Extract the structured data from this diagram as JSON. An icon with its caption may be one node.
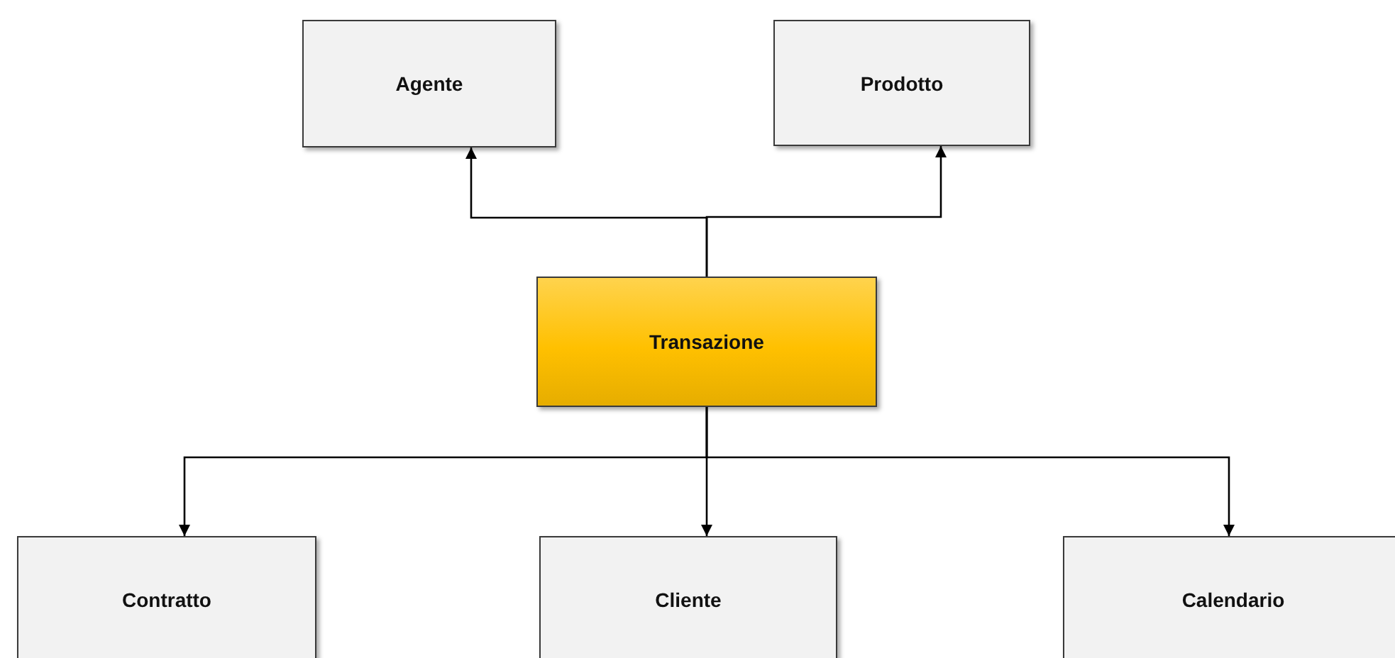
{
  "diagram": {
    "nodes": [
      {
        "text": [
          "Agente"
        ]
      },
      {
        "text": [
          "Prodotto"
        ]
      },
      {
        "text": [
          "Transazione"
        ]
      },
      {
        "text": [
          "Contratto"
        ]
      },
      {
        "text": [
          "Cliente"
        ]
      },
      {
        "text": [
          "Calendario"
        ]
      }
    ],
    "edges": [
      {
        "from": 2,
        "to": 0,
        "arrow": "to"
      },
      {
        "from": 2,
        "to": 1,
        "arrow": "to"
      },
      {
        "from": 2,
        "to": 3,
        "arrow": "to"
      },
      {
        "from": 2,
        "to": 4,
        "arrow": "to"
      },
      {
        "from": 2,
        "to": 5,
        "arrow": "to"
      }
    ]
  }
}
